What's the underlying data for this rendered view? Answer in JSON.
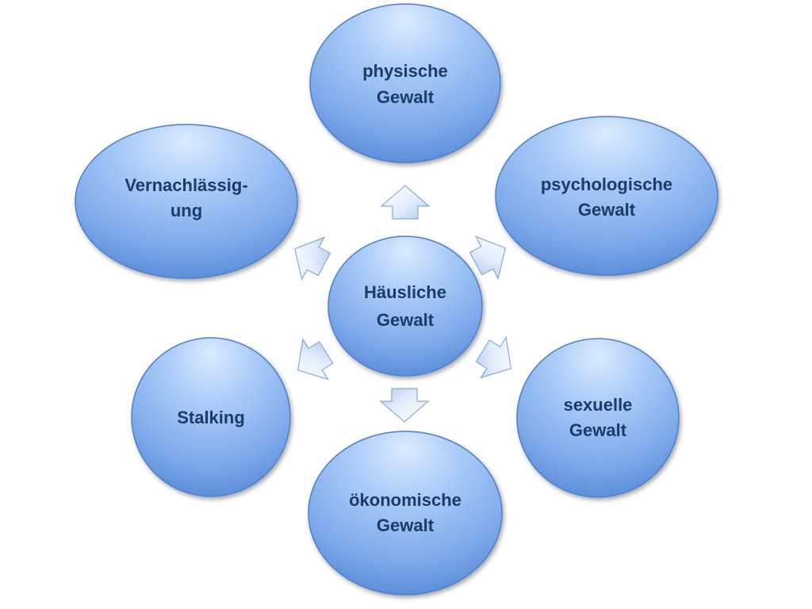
{
  "diagram": {
    "center": {
      "line1": "Häusliche",
      "line2": "Gewalt"
    },
    "nodes": [
      {
        "id": "physical",
        "line1": "physische",
        "line2": "Gewalt"
      },
      {
        "id": "psychological",
        "line1": "psychologische",
        "line2": "Gewalt"
      },
      {
        "id": "sexual",
        "line1": "sexuelle",
        "line2": "Gewalt"
      },
      {
        "id": "economic",
        "line1": "ökonomische",
        "line2": "Gewalt"
      },
      {
        "id": "stalking",
        "line1": "Stalking",
        "line2": ""
      },
      {
        "id": "neglect",
        "line1": "Vernachlässig-",
        "line2": "ung"
      }
    ],
    "colors": {
      "bubble_light": "#c4dcfb",
      "bubble_mid": "#8db8f3",
      "bubble_dark": "#5d8fdc",
      "bubble_edge": "#4f7fc9",
      "text": "#1d3a66",
      "arrow_light": "#f3f8ff",
      "arrow_dark": "#b9d0ef",
      "arrow_edge": "#8aa9d6"
    }
  }
}
